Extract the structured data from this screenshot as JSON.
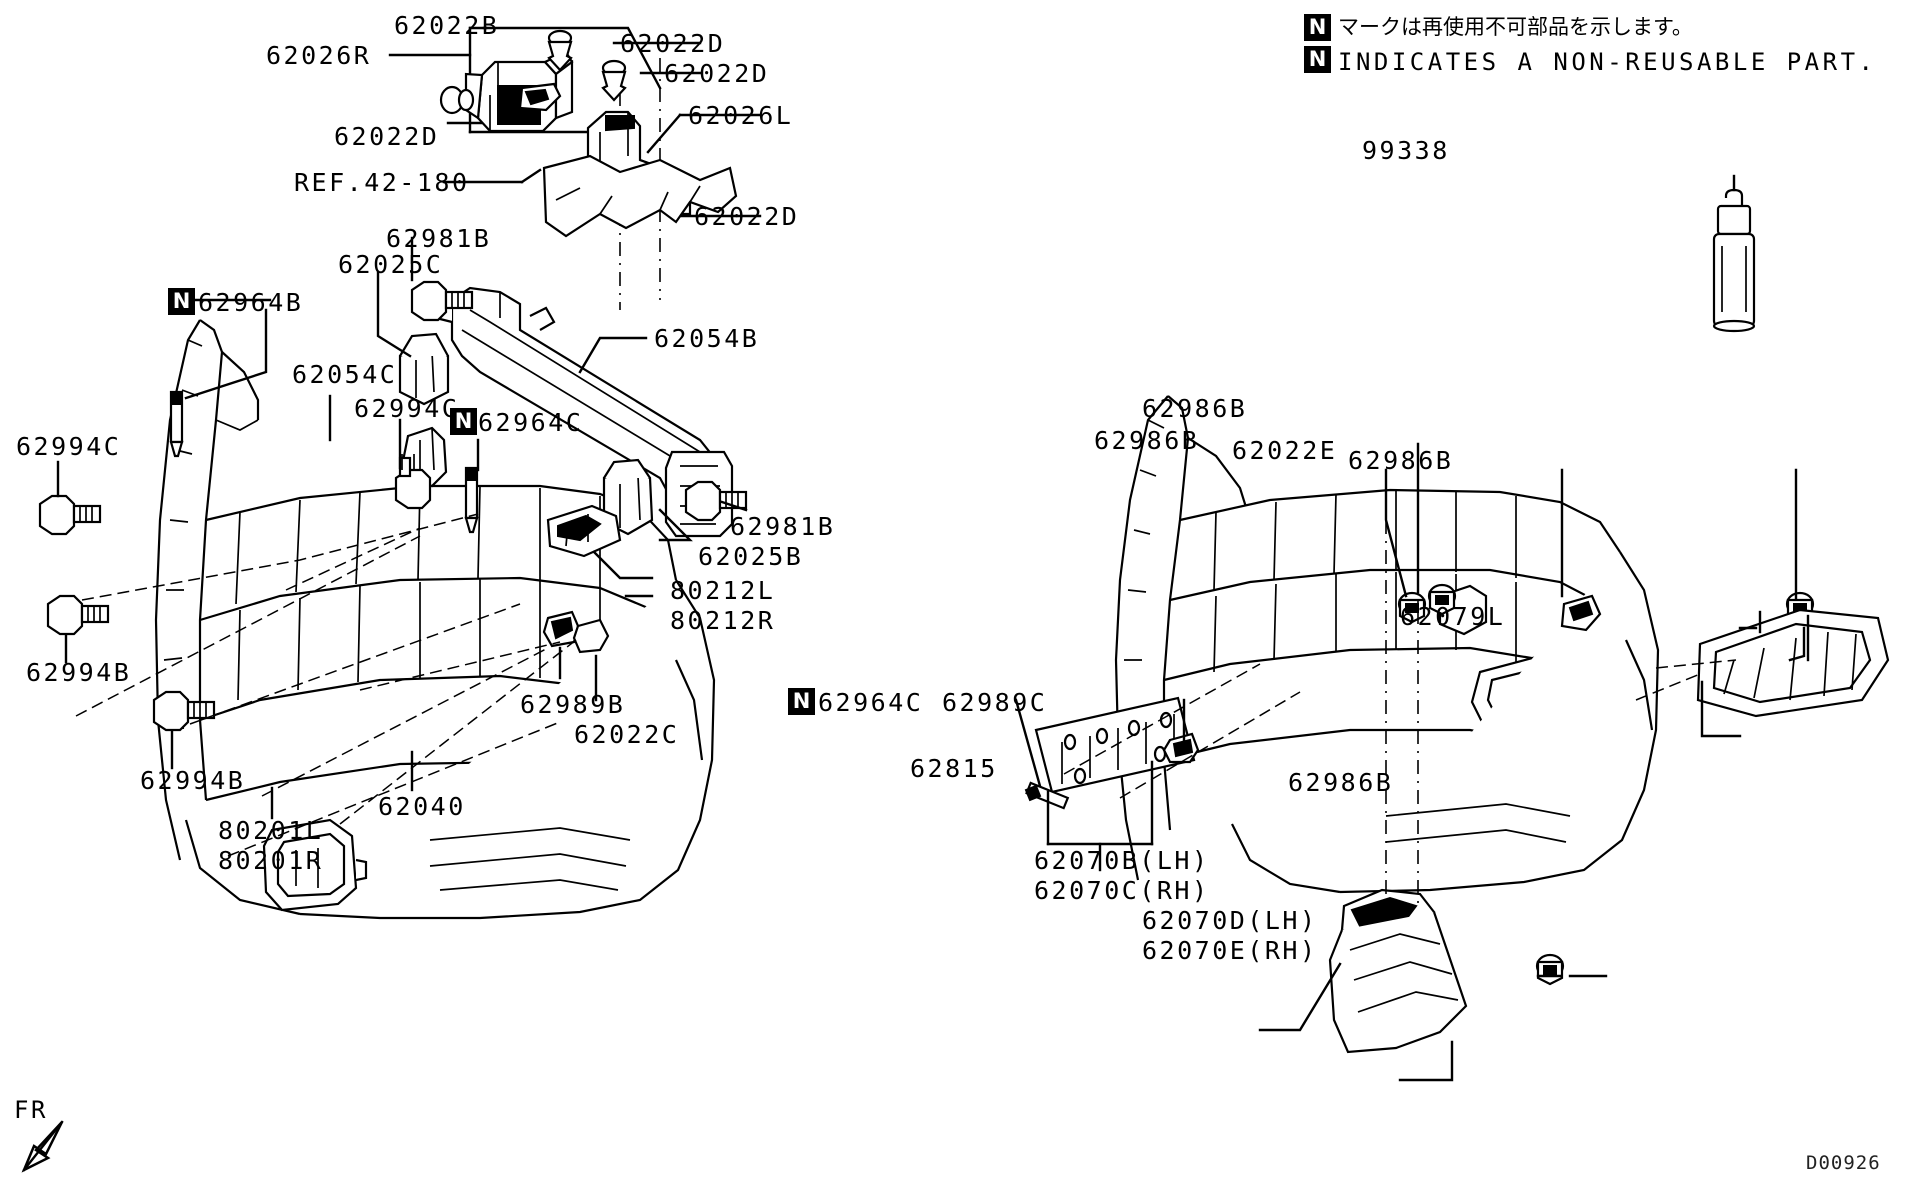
{
  "diagram": {
    "id": "D00926",
    "orientation_marker": "FR",
    "legend": {
      "badge": "N",
      "japanese": "マークは再使用不可部品を示します。",
      "english": "INDICATES A NON-REUSABLE PART."
    }
  },
  "labels": {
    "l_62026R": "62026R",
    "l_62022B": "62022B",
    "l_62022D_1": "62022D",
    "l_62022D_2": "62022D",
    "l_62022D_3": "62022D",
    "l_62022D_4": "62022D",
    "l_62026L": "62026L",
    "l_ref": "REF.42-180",
    "l_62981B_top": "62981B",
    "l_62025C": "62025C",
    "l_62964B": "62964B",
    "l_62994C_left": "62994C",
    "l_62054C": "62054C",
    "l_62994C_mid": "62994C",
    "l_62964C_mid": "62964C",
    "l_62054B": "62054B",
    "l_62981B_right": "62981B",
    "l_62025B": "62025B",
    "l_80212L": "80212L",
    "l_80212R": "80212R",
    "l_62994B_upper": "62994B",
    "l_62994B_lower": "62994B",
    "l_62989B": "62989B",
    "l_62022C": "62022C",
    "l_80201L": "80201L",
    "l_80201R": "80201R",
    "l_62040": "62040",
    "l_99338": "99338",
    "l_62986B_1": "62986B",
    "l_62986B_2": "62986B",
    "l_62022E": "62022E",
    "l_62986B_3": "62986B",
    "l_62079L": "62079L",
    "l_62964C_right": "62964C",
    "l_62989C": "62989C",
    "l_62815": "62815",
    "l_62986B_4": "62986B",
    "l_62070B": "62070B(LH)",
    "l_62070C": "62070C(RH)",
    "l_62070D": "62070D(LH)",
    "l_62070E": "62070E(RH)"
  },
  "badges": {
    "b1": "N",
    "b2": "N",
    "b3": "N",
    "b4": "N",
    "b5": "N"
  }
}
